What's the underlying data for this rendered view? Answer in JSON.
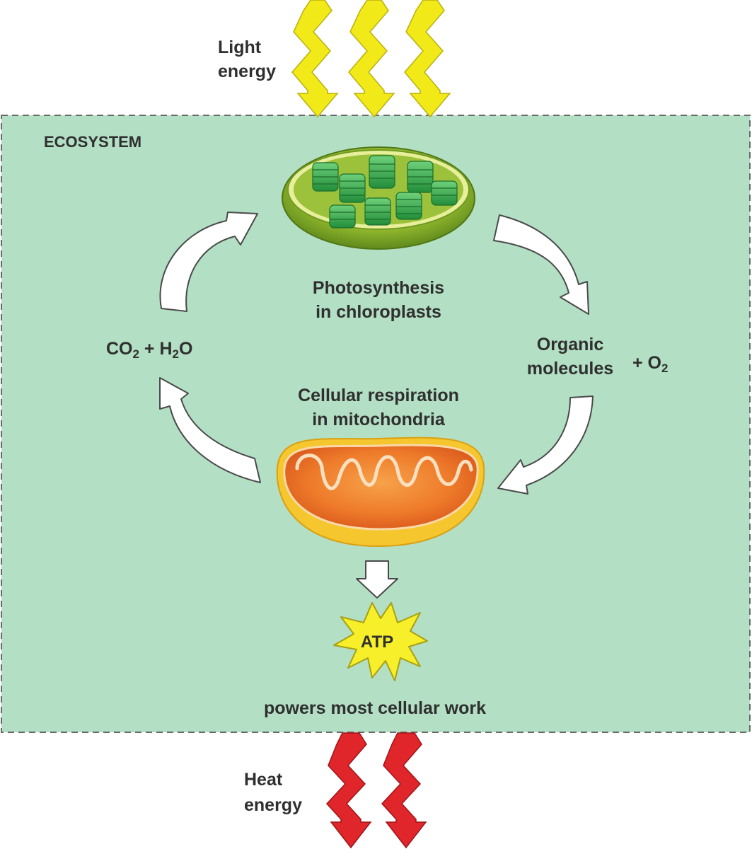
{
  "ecosystem_label": "ECOSYSTEM",
  "light": {
    "line1": "Light",
    "line2": "energy"
  },
  "heat": {
    "line1": "Heat",
    "line2": "energy"
  },
  "photosynthesis": {
    "line1": "Photosynthesis",
    "line2": "in chloroplasts"
  },
  "respiration": {
    "line1": "Cellular respiration",
    "line2": "in mitochondria"
  },
  "inputs": {
    "co": "CO",
    "co_sub": "2",
    "plus_h": " + H",
    "h_sub": "2",
    "o": "O"
  },
  "outputs": {
    "line1": "Organic",
    "line2": "molecules",
    "plus_o": "+ O",
    "o_sub": "2"
  },
  "atp": {
    "label": "ATP",
    "caption": "powers most cellular work"
  },
  "colors": {
    "ecosystem_fill": "#b3dfc4",
    "ecosystem_border": "#6a6a6a",
    "light_bolt": "#f2ea18",
    "heat_bolt": "#e0262b",
    "chloroplast_outer": "#8bb52a",
    "thylakoid": "#35a84a",
    "mitochondrion_outer": "#f4b020",
    "mitochondrion_inner": "#e86a22",
    "atp_star": "#f7ef2a"
  }
}
